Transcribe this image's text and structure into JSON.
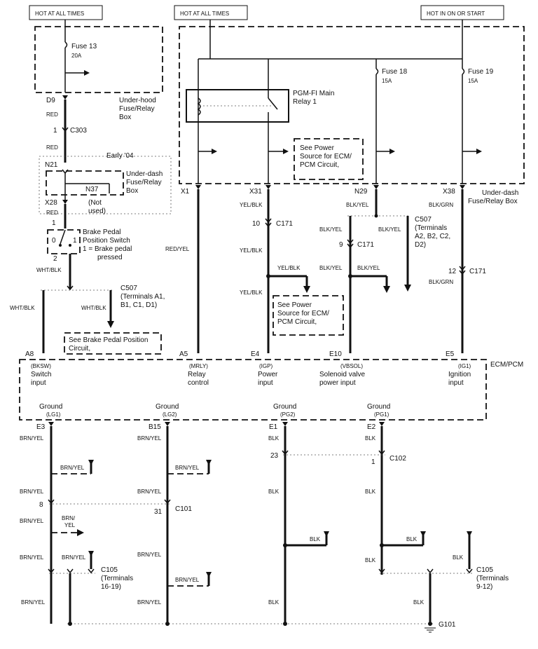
{
  "labels": {
    "hot_always_left": "HOT AT ALL TIMES",
    "hot_always_mid": "HOT AT ALL TIMES",
    "hot_on_start": "HOT IN ON OR START",
    "fuse13": "Fuse 13",
    "fuse13_amp": "20A",
    "underhood_box_1": "Under-hood",
    "underhood_box_2": "Fuse/Relay",
    "underhood_box_3": "Box",
    "d9": "D9",
    "red_1": "RED",
    "c303_pin": "1",
    "c303": "C303",
    "red_2": "RED",
    "early04": "Early '04",
    "n21": "N21",
    "underdash_1": "Under-dash",
    "underdash_2": "Fuse/Relay",
    "underdash_3": "Box",
    "n37": "N37",
    "not_used_1": "(Not",
    "not_used_2": "used)",
    "x28": "X28",
    "red_3": "RED",
    "pin_1": "1",
    "brake_1": "Brake Pedal",
    "brake_2": "Position Switch",
    "brake_3": "1 = Brake pedal",
    "brake_4": "pressed",
    "sw_0": "0",
    "sw_1": "1",
    "pin_2": "2",
    "wht_blk_1": "WHT/BLK",
    "c507_left_1": "C507",
    "c507_left_2": "(Terminals A1,",
    "c507_left_3": "B1, C1, D1)",
    "wht_blk_2": "WHT/BLK",
    "wht_blk_3": "WHT/BLK",
    "see_brake_1": "See Brake Pedal Position",
    "see_brake_2": "Circuit,",
    "pgm_1": "PGM-FI Main",
    "pgm_2": "Relay 1",
    "see_power_top_1": "See Power",
    "see_power_top_2": "Source for ECM/",
    "see_power_top_3": "PCM Circuit,",
    "fuse18": "Fuse 18",
    "fuse18_amp": "15A",
    "fuse19": "Fuse 19",
    "fuse19_amp": "15A",
    "x1": "X1",
    "x31": "X31",
    "n29": "N29",
    "x38": "X38",
    "underdash_r_1": "Under-dash",
    "underdash_r_2": "Fuse/Relay Box",
    "yel_blk_1": "YEL/BLK",
    "blk_yel_1": "BLK/YEL",
    "blk_grn_1": "BLK/GRN",
    "c171_pin10": "10",
    "c171_a": "C171",
    "blk_yel_2": "BLK/YEL",
    "blk_yel_3": "BLK/YEL",
    "c507_right_1": "C507",
    "c507_right_2": "(Terminals",
    "c507_right_3": "A2, B2, C2,",
    "c507_right_4": "D2)",
    "c171_pin9": "9",
    "c171_b": "C171",
    "red_yel": "RED/YEL",
    "yel_blk_2": "YEL/BLK",
    "yel_blk_3": "YEL/BLK",
    "blk_yel_4": "BLK/YEL",
    "blk_yel_5": "BLK/YEL",
    "c171_pin12": "12",
    "c171_c": "C171",
    "blk_grn_2": "BLK/GRN",
    "yel_blk_4": "YEL/BLK",
    "see_power_mid_1": "See Power",
    "see_power_mid_2": "Source for ECM/",
    "see_power_mid_3": "PCM Circuit,",
    "a8": "A8",
    "a5": "A5",
    "e4": "E4",
    "e10": "E10",
    "e5": "E5",
    "ecm_pcm": "ECM/PCM",
    "bksw": "(BKSW)",
    "switch_1": "Switch",
    "switch_2": "input",
    "mrly": "(MRLY)",
    "relay_1": "Relay",
    "relay_2": "control",
    "igp": "(IGP)",
    "power_1": "Power",
    "power_2": "input",
    "vbsol": "(VBSOL)",
    "sol_1": "Solenoid valve",
    "sol_2": "power input",
    "ig1": "(IG1)",
    "ign_1": "Ignition",
    "ign_2": "input",
    "gnd_1": "Ground",
    "lg1": "(LG1)",
    "gnd_2": "Ground",
    "lg2": "(LG2)",
    "gnd_3": "Ground",
    "pg2": "(PG2)",
    "gnd_4": "Ground",
    "pg1": "(PG1)",
    "e3": "E3",
    "b15": "B15",
    "e1": "E1",
    "e2": "E2",
    "brn_yel_1": "BRN/YEL",
    "brn_yel_2": "BRN/YEL",
    "blk_1": "BLK",
    "blk_2": "BLK",
    "c102_pin23": "23",
    "c102_pin1": "1",
    "c102": "C102",
    "brn_yel_3": "BRN/YEL",
    "brn_yel_4": "BRN/YEL",
    "brn_yel_5": "BRN/YEL",
    "blk_3": "BLK",
    "blk_4": "BLK",
    "c101_pin8": "8",
    "c101_pin31": "31",
    "c101": "C101",
    "brn_yel_6": "BRN/YEL",
    "brn_yel_7a": "BRN/",
    "brn_yel_7b": "YEL",
    "brn_yel_8": "BRN/YEL",
    "brn_yel_9": "BRN/YEL",
    "brn_yel_10": "BRN/YEL",
    "blk_5": "BLK",
    "blk_6": "BLK",
    "blk_7": "BLK",
    "blk_8": "BLK",
    "c105_left_1": "C105",
    "c105_left_2": "(Terminals",
    "c105_left_3": "16-19)",
    "c105_right_1": "C105",
    "c105_right_2": "(Terminals",
    "c105_right_3": "9-12)",
    "brn_yel_11": "BRN/YEL",
    "brn_yel_12": "BRN/YEL",
    "brn_yel_13": "BRN/YEL",
    "blk_9": "BLK",
    "g101": "G101"
  }
}
